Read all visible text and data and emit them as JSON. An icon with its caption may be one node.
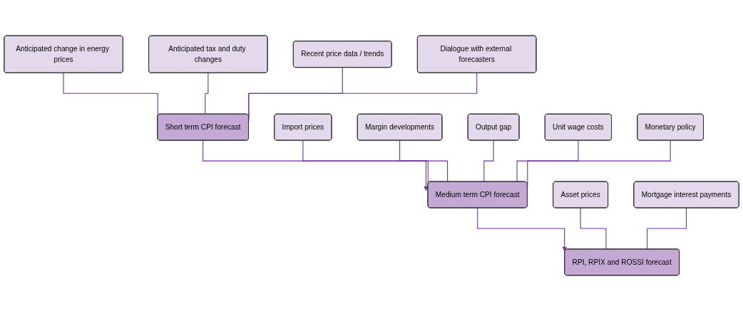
{
  "diagram": {
    "nodes": [
      {
        "text": [
          "Anticipated change in energy prices"
        ]
      },
      {
        "text": [
          "Anticipated tax and duty changes"
        ]
      },
      {
        "text": [
          "Recent price data / trends"
        ]
      },
      {
        "text": [
          "Dialogue with external forecasters"
        ]
      },
      {
        "text": [
          "Short term CPI forecast"
        ]
      },
      {
        "text": [
          "Import prices"
        ]
      },
      {
        "text": [
          "Margin developments"
        ]
      },
      {
        "text": [
          "Medium term CPI forecast"
        ]
      },
      {
        "text": [
          "Output gap"
        ]
      },
      {
        "text": [
          "Unit wage costs"
        ]
      },
      {
        "text": [
          "Monetary policy"
        ]
      },
      {
        "text": [
          "Asset prices"
        ]
      },
      {
        "text": [
          "Mortgage interest payments"
        ]
      },
      {
        "text": [
          "RPI, RPIX and ROSSI forecast"
        ]
      }
    ],
    "edges": [
      {
        "from": 0,
        "to": 4,
        "arrow": "none"
      },
      {
        "from": 1,
        "to": 4,
        "arrow": "none"
      },
      {
        "from": 2,
        "to": 4,
        "arrow": "none"
      },
      {
        "from": 3,
        "to": 4,
        "arrow": "none"
      },
      {
        "from": 4,
        "to": 7,
        "arrow": "to"
      },
      {
        "from": 5,
        "to": 7,
        "arrow": "none"
      },
      {
        "from": 6,
        "to": 7,
        "arrow": "none"
      },
      {
        "from": 8,
        "to": 7,
        "arrow": "none"
      },
      {
        "from": 9,
        "to": 7,
        "arrow": "none"
      },
      {
        "from": 10,
        "to": 7,
        "arrow": "none"
      },
      {
        "from": 7,
        "to": 13,
        "arrow": "to"
      },
      {
        "from": 11,
        "to": 13,
        "arrow": "none"
      },
      {
        "from": 12,
        "to": 13,
        "arrow": "none"
      }
    ]
  }
}
